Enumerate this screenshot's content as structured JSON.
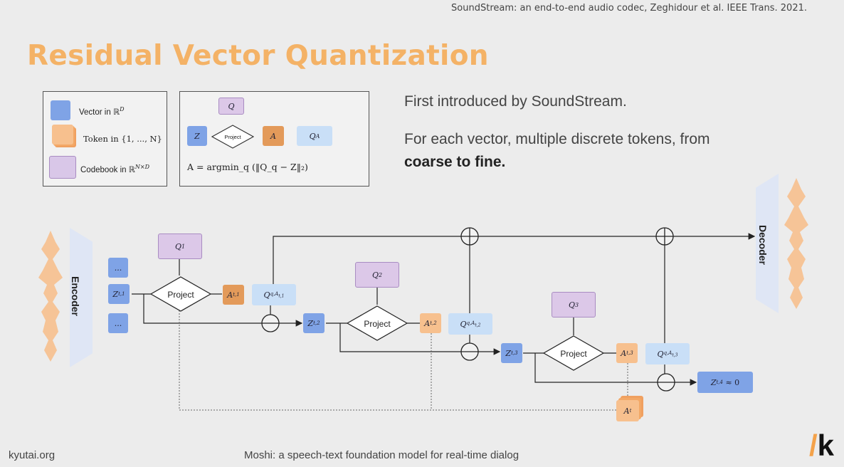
{
  "citation": "SoundStream: an end-to-end audio codec, Zeghidour et al. IEEE Trans. 2021.",
  "title": "Residual Vector Quantization",
  "legend": {
    "vector": "Vector in ℝ",
    "vector_sup": "D",
    "token": "Token in {1, ..., N}",
    "codebook": "Codebook in ℝ",
    "codebook_sup": "N×D"
  },
  "key": {
    "q_label": "Q",
    "z_label": "Z",
    "project_label": "Project",
    "a_label": "A",
    "qa_label": "Q",
    "qa_sub": "A",
    "formula": "A = argmin_q (‖Q_q − Z‖₂)"
  },
  "right_text": {
    "line1": "First introduced by SoundStream.",
    "line2": "For each vector, multiple discrete tokens, from",
    "line3": "coarse to fine."
  },
  "diagram": {
    "encoder": "Encoder",
    "decoder": "Decoder",
    "dots": "...",
    "project": "Project",
    "z1": "Z",
    "z1_sub": "t,1",
    "z2": "Z",
    "z2_sub": "t,2",
    "z3": "Z",
    "z3_sub": "t,3",
    "z4": "Z",
    "z4_sub": "t,4",
    "z4_approx": "≈ 0",
    "q1": "Q",
    "q1_sub": "1",
    "q2": "Q",
    "q2_sub": "2",
    "q3": "Q",
    "q3_sub": "3",
    "a1": "A",
    "a1_sub": "t,1",
    "a2": "A",
    "a2_sub": "t,2",
    "a3": "A",
    "a3_sub": "t,3",
    "qa1": "Q",
    "qa1_sub": "q,A",
    "qa1_subsub": "t,1",
    "qa2": "Q",
    "qa2_sub": "q,A",
    "qa2_subsub": "t,2",
    "qa3": "Q",
    "qa3_sub": "q,A",
    "qa3_subsub": "t,3",
    "at": "A",
    "at_sub": "t"
  },
  "footer": {
    "left": "kyutai.org",
    "middle": "Moshi: a speech-text foundation model for real-time dialog",
    "logo_slash": "/",
    "logo_k": "k"
  },
  "colors": {
    "title": "#f4b266",
    "blue": "#7fa3e6",
    "light_blue": "#c9dff7",
    "orange": "#f7c08e",
    "dark_orange": "#e39a5a",
    "purple": "#dcc8e8"
  }
}
